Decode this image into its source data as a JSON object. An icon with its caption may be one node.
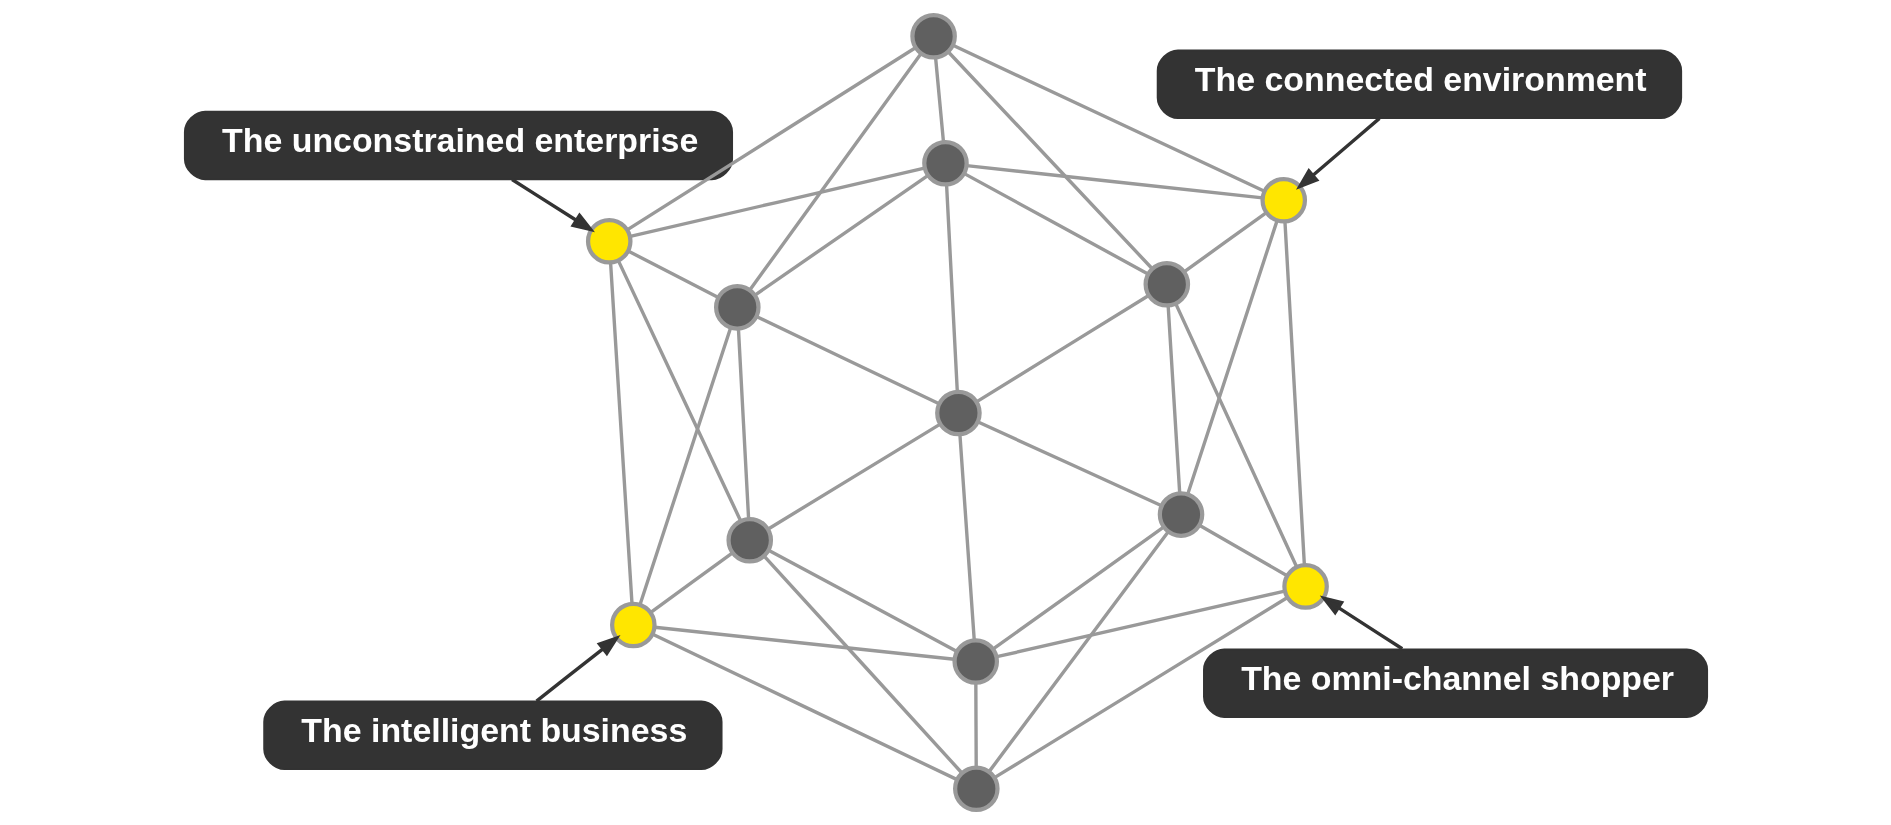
{
  "diagram": {
    "nodes": [
      {
        "text": [
          "The unconstrained enterprise"
        ]
      },
      {
        "text": [],
        "shape": "circle"
      },
      {
        "text": [],
        "shape": "circle"
      },
      {
        "text": [
          "The intelligent business"
        ]
      },
      {
        "text": [],
        "shape": "circle"
      },
      {
        "text": [],
        "shape": "circle"
      },
      {
        "text": [],
        "shape": "circle"
      },
      {
        "text": [],
        "shape": "circle"
      },
      {
        "text": [],
        "shape": "circle"
      },
      {
        "text": [],
        "shape": "circle"
      },
      {
        "text": [],
        "shape": "circle"
      },
      {
        "text": [],
        "shape": "circle"
      },
      {
        "text": [],
        "shape": "circle"
      },
      {
        "text": [
          "The connected environment"
        ]
      },
      {
        "text": [],
        "shape": "circle"
      },
      {
        "text": [],
        "shape": "circle"
      },
      {
        "text": [
          "The omni-channel shopper"
        ]
      }
    ],
    "edges": [
      {
        "from": 0,
        "to": 1,
        "arrow": "to",
        "color": "#333333"
      },
      {
        "from": 3,
        "to": 2,
        "arrow": "to",
        "color": "#333333"
      },
      {
        "from": 13,
        "to": 14,
        "arrow": "to",
        "color": "#333333"
      },
      {
        "from": 16,
        "to": 15,
        "arrow": "to",
        "color": "#333333"
      },
      {
        "from": 1,
        "to": 2,
        "arrow": "none"
      },
      {
        "from": 1,
        "to": 4,
        "arrow": "none"
      },
      {
        "from": 1,
        "to": 5,
        "arrow": "none"
      },
      {
        "from": 1,
        "to": 6,
        "arrow": "none"
      },
      {
        "from": 1,
        "to": 7,
        "arrow": "none"
      },
      {
        "from": 2,
        "to": 4,
        "arrow": "none"
      },
      {
        "from": 2,
        "to": 5,
        "arrow": "none"
      },
      {
        "from": 2,
        "to": 9,
        "arrow": "none"
      },
      {
        "from": 2,
        "to": 10,
        "arrow": "none"
      },
      {
        "from": 4,
        "to": 5,
        "arrow": "none"
      },
      {
        "from": 4,
        "to": 6,
        "arrow": "none"
      },
      {
        "from": 4,
        "to": 7,
        "arrow": "none"
      },
      {
        "from": 4,
        "to": 8,
        "arrow": "none"
      },
      {
        "from": 5,
        "to": 8,
        "arrow": "none"
      },
      {
        "from": 5,
        "to": 9,
        "arrow": "none"
      },
      {
        "from": 5,
        "to": 10,
        "arrow": "none"
      },
      {
        "from": 6,
        "to": 7,
        "arrow": "none"
      },
      {
        "from": 6,
        "to": 11,
        "arrow": "none"
      },
      {
        "from": 6,
        "to": 14,
        "arrow": "none"
      },
      {
        "from": 7,
        "to": 8,
        "arrow": "none"
      },
      {
        "from": 7,
        "to": 11,
        "arrow": "none"
      },
      {
        "from": 7,
        "to": 14,
        "arrow": "none"
      },
      {
        "from": 8,
        "to": 9,
        "arrow": "none"
      },
      {
        "from": 8,
        "to": 11,
        "arrow": "none"
      },
      {
        "from": 8,
        "to": 12,
        "arrow": "none"
      },
      {
        "from": 9,
        "to": 10,
        "arrow": "none"
      },
      {
        "from": 9,
        "to": 12,
        "arrow": "none"
      },
      {
        "from": 9,
        "to": 15,
        "arrow": "none"
      },
      {
        "from": 10,
        "to": 12,
        "arrow": "none"
      },
      {
        "from": 10,
        "to": 15,
        "arrow": "none"
      },
      {
        "from": 11,
        "to": 12,
        "arrow": "none"
      },
      {
        "from": 11,
        "to": 14,
        "arrow": "none"
      },
      {
        "from": 11,
        "to": 15,
        "arrow": "none"
      },
      {
        "from": 12,
        "to": 14,
        "arrow": "none"
      },
      {
        "from": 12,
        "to": 15,
        "arrow": "none"
      },
      {
        "from": 14,
        "to": 15,
        "arrow": "none"
      }
    ]
  }
}
